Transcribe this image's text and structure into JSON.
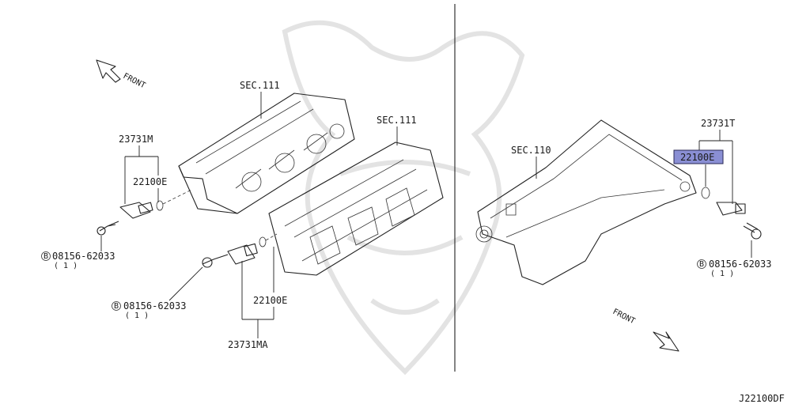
{
  "watermark": "samurai-crest",
  "left": {
    "front_label": "FRONT",
    "sec_upper": "SEC.111",
    "sec_lower": "SEC.111",
    "part_upper_group": "23731M",
    "part_upper_sensor": "22100E",
    "bolt_upper_code": "08156-62033",
    "bolt_upper_qty": "( 1 )",
    "bolt_lower_code": "08156-62033",
    "bolt_lower_qty": "( 1 )",
    "part_lower_sensor": "22100E",
    "part_lower_group": "23731MA",
    "bolt_marker": "B"
  },
  "right": {
    "sec_pan": "SEC.110",
    "part_group": "23731T",
    "part_sensor_highlight": "22100E",
    "bolt_code": "08156-62033",
    "bolt_qty": "( 1 )",
    "bolt_marker": "B",
    "front_label": "FRONT",
    "highlight_color": "#8a8fd4"
  },
  "diagram_code": "J22100DF"
}
